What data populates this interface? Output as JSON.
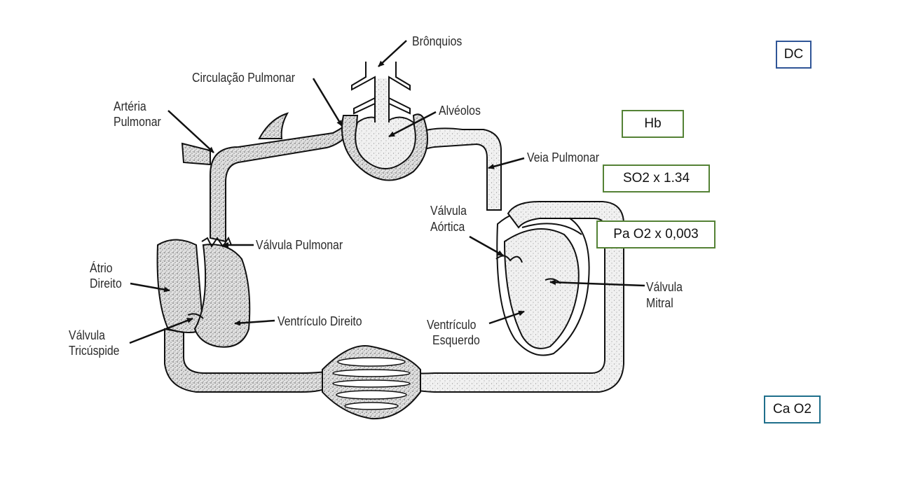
{
  "labels": {
    "bronquios": "Brônquios",
    "circulacao_pulmonar": "Circulação Pulmonar",
    "arteria": "Artéria",
    "pulmonar": "Pulmonar",
    "alveolos": "Alvéolos",
    "veia_pulmonar": "Veia Pulmonar",
    "valvula_aortica_1": "Válvula",
    "valvula_aortica_2": "Aórtica",
    "valvula_pulmonar": "Válvula Pulmonar",
    "atrio_1": "Átrio",
    "atrio_2": "Direito",
    "valvula_mitral_1": "Válvula",
    "valvula_mitral_2": "Mitral",
    "ventriculo_direito": "Ventrículo Direito",
    "ventriculo_esquerdo_1": "Ventrículo",
    "ventriculo_esquerdo_2": "Esquerdo",
    "valvula_tricuspide_1": "Válvula",
    "valvula_tricuspide_2": "Tricúspide"
  },
  "boxes": {
    "dc": {
      "text": "DC",
      "color": "#2f5597"
    },
    "hb": {
      "text": "Hb",
      "color": "#548235"
    },
    "so2": {
      "text": "SO2 x 1.34",
      "color": "#548235"
    },
    "pao2": {
      "text": "Pa O2 x 0,003",
      "color": "#548235"
    },
    "cao2": {
      "text": "Ca O2",
      "color": "#1f6f8b"
    }
  }
}
